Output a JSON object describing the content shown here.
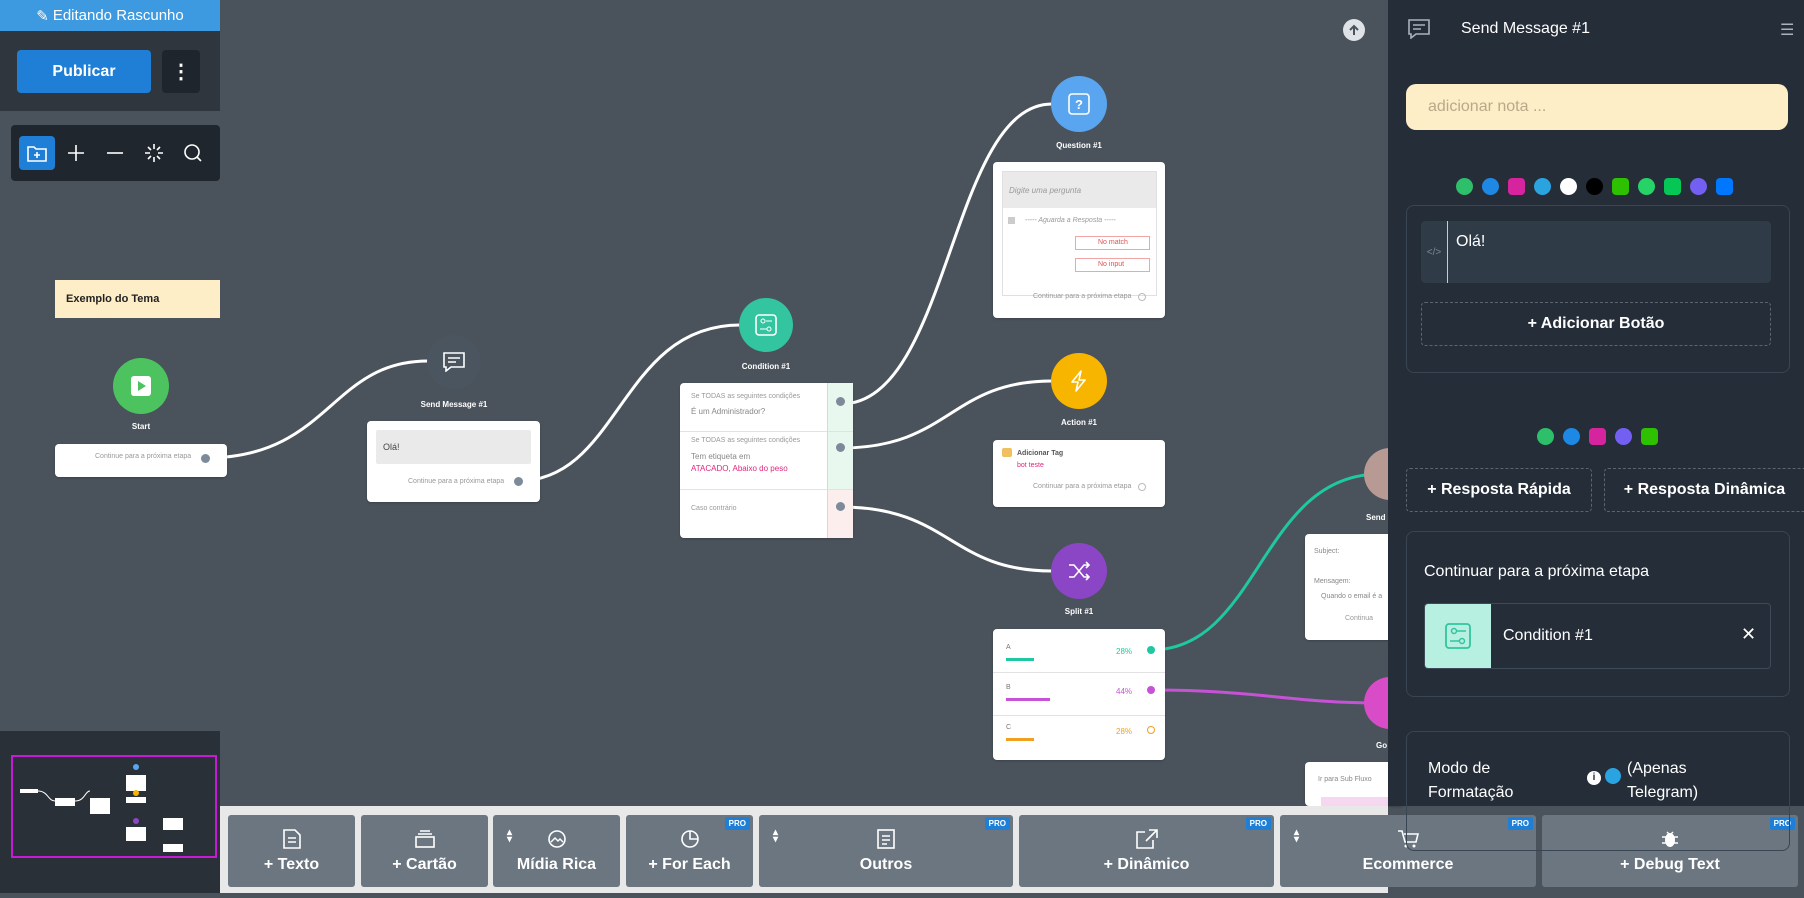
{
  "header": {
    "draft_label": "Editando Rascunho",
    "publish_label": "Publicar"
  },
  "canvas": {
    "theme_note": "Exemplo do Tema",
    "start": {
      "title": "Start",
      "continue": "Continue para a próxima etapa"
    },
    "send_message": {
      "title": "Send Message #1",
      "text": "Olá!",
      "continue": "Continue para a próxima etapa"
    },
    "condition": {
      "title": "Condition #1",
      "rows": [
        {
          "label": "Se TODAS as seguintes condições",
          "detail": "É um Administrador?",
          "extra": ""
        },
        {
          "label": "Se TODAS as seguintes condições",
          "detail": "Tem etiqueta em",
          "extra": "ATACADO, Abaixo do peso"
        },
        {
          "label": "Caso contrário",
          "detail": "",
          "extra": ""
        }
      ]
    },
    "question": {
      "title": "Question #1",
      "placeholder": "Digite uma pergunta",
      "await": "----- Aguarda a Resposta -----",
      "no_match": "No match",
      "no_input": "No input",
      "continue": "Continuar para a próxima etapa"
    },
    "action": {
      "title": "Action #1",
      "tag_title": "Adicionar Tag",
      "tag_value": "bot teste",
      "continue": "Continuar para a próxima etapa"
    },
    "split": {
      "title": "Split #1",
      "rows": [
        {
          "label": "A",
          "pct": "28%",
          "color": "#1fc8a0"
        },
        {
          "label": "B",
          "pct": "44%",
          "color": "#c653d6"
        },
        {
          "label": "C",
          "pct": "28%",
          "color": "#f0a020"
        }
      ]
    },
    "send_email": {
      "title": "Send",
      "subject": "Subject:",
      "message": "Mensagem:",
      "detail": "Quando o email é a",
      "continue": "Continua"
    },
    "goto": {
      "title": "Go",
      "text": "Ir para Sub Fluxo"
    }
  },
  "toolbar": {
    "buttons": [
      {
        "label": "+ Texto",
        "icon": "document-icon",
        "pro": false,
        "sorter": false
      },
      {
        "label": "+ Cartão",
        "icon": "cards-icon",
        "pro": false,
        "sorter": false
      },
      {
        "label": "Mídia Rica",
        "icon": "image-icon",
        "pro": false,
        "sorter": true
      },
      {
        "label": "+ For Each",
        "icon": "pie-icon",
        "pro": true,
        "sorter": false
      },
      {
        "label": "Outros",
        "icon": "list-icon",
        "pro": true,
        "sorter": true
      },
      {
        "label": "+ Dinâmico",
        "icon": "external-link-icon",
        "pro": true,
        "sorter": false
      },
      {
        "label": "Ecommerce",
        "icon": "cart-icon",
        "pro": true,
        "sorter": true
      },
      {
        "label": "+ Debug Text",
        "icon": "bug-icon",
        "pro": true,
        "sorter": false
      }
    ],
    "pro_label": "PRO"
  },
  "panel": {
    "title": "Send Message #1",
    "note_placeholder": "adicionar nota ...",
    "message_text": "Olá!",
    "add_button": "+ Adicionar Botão",
    "quick_reply": "+ Resposta Rápida",
    "dynamic_reply": "+ Resposta Dinâmica",
    "continue_label": "Continuar para a próxima etapa",
    "next_step": "Condition #1",
    "format_label": "Modo de Formatação",
    "format_value": "(Apenas Telegram)"
  },
  "colors": {
    "accent": "#1f7fd6",
    "start": "#4cc35f",
    "condition": "#33c4a0",
    "question": "#5aa5f0",
    "action": "#f7b500",
    "split": "#8b46c6"
  }
}
